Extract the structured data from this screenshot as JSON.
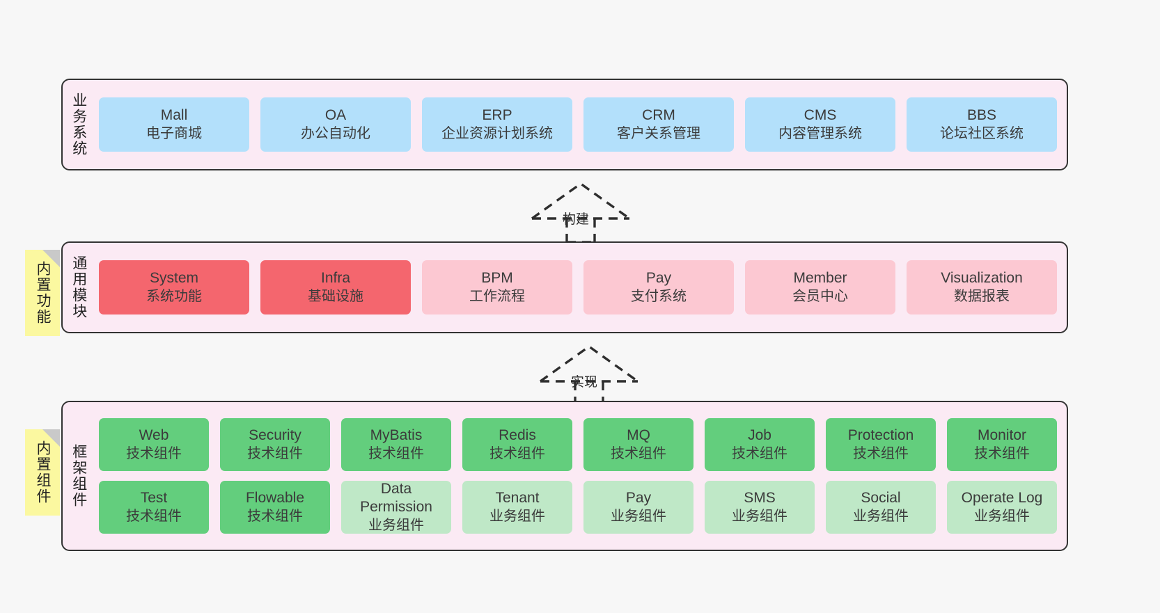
{
  "diagram": {
    "background": "#f7f7f7",
    "panel_fill": "#fbeaf4",
    "panel_stroke": "#333333",
    "note_fill": "#fbf8a0"
  },
  "layers": [
    {
      "id": "business-system",
      "title": "业务系统",
      "rows": [
        {
          "cells": [
            {
              "name": "mall",
              "title": "Mall",
              "subtitle": "电子商城",
              "color": "#b3e0fb",
              "style": "c-blue"
            },
            {
              "name": "oa",
              "title": "OA",
              "subtitle": "办公自动化",
              "color": "#b3e0fb",
              "style": "c-blue"
            },
            {
              "name": "erp",
              "title": "ERP",
              "subtitle": "企业资源计划系统",
              "color": "#b3e0fb",
              "style": "c-blue"
            },
            {
              "name": "crm",
              "title": "CRM",
              "subtitle": "客户关系管理",
              "color": "#b3e0fb",
              "style": "c-blue"
            },
            {
              "name": "cms",
              "title": "CMS",
              "subtitle": "内容管理系统",
              "color": "#b3e0fb",
              "style": "c-blue"
            },
            {
              "name": "bbs",
              "title": "BBS",
              "subtitle": "论坛社区系统",
              "color": "#b3e0fb",
              "style": "c-blue"
            }
          ]
        }
      ]
    },
    {
      "id": "common-module",
      "title": "通用模块",
      "note": "内置功能",
      "rows": [
        {
          "cells": [
            {
              "name": "system",
              "title": "System",
              "subtitle": "系统功能",
              "color": "#f4666e",
              "style": "c-red"
            },
            {
              "name": "infra",
              "title": "Infra",
              "subtitle": "基础设施",
              "color": "#f4666e",
              "style": "c-red"
            },
            {
              "name": "bpm",
              "title": "BPM",
              "subtitle": "工作流程",
              "color": "#fcc8d2",
              "style": "c-pink"
            },
            {
              "name": "pay",
              "title": "Pay",
              "subtitle": "支付系统",
              "color": "#fcc8d2",
              "style": "c-pink"
            },
            {
              "name": "member",
              "title": "Member",
              "subtitle": "会员中心",
              "color": "#fcc8d2",
              "style": "c-pink"
            },
            {
              "name": "visualization",
              "title": "Visualization",
              "subtitle": "数据报表",
              "color": "#fcc8d2",
              "style": "c-pink"
            }
          ]
        }
      ]
    },
    {
      "id": "framework-component",
      "title": "框架组件",
      "note": "内置组件",
      "rows": [
        {
          "cells": [
            {
              "name": "web",
              "title": "Web",
              "subtitle": "技术组件",
              "color": "#63ce7d",
              "style": "c-green"
            },
            {
              "name": "security",
              "title": "Security",
              "subtitle": "技术组件",
              "color": "#63ce7d",
              "style": "c-green"
            },
            {
              "name": "mybatis",
              "title": "MyBatis",
              "subtitle": "技术组件",
              "color": "#63ce7d",
              "style": "c-green"
            },
            {
              "name": "redis",
              "title": "Redis",
              "subtitle": "技术组件",
              "color": "#63ce7d",
              "style": "c-green"
            },
            {
              "name": "mq",
              "title": "MQ",
              "subtitle": "技术组件",
              "color": "#63ce7d",
              "style": "c-green"
            },
            {
              "name": "job",
              "title": "Job",
              "subtitle": "技术组件",
              "color": "#63ce7d",
              "style": "c-green"
            },
            {
              "name": "protection",
              "title": "Protection",
              "subtitle": "技术组件",
              "color": "#63ce7d",
              "style": "c-green"
            },
            {
              "name": "monitor",
              "title": "Monitor",
              "subtitle": "技术组件",
              "color": "#63ce7d",
              "style": "c-green"
            }
          ]
        },
        {
          "cells": [
            {
              "name": "test",
              "title": "Test",
              "subtitle": "技术组件",
              "color": "#63ce7d",
              "style": "c-green"
            },
            {
              "name": "flowable",
              "title": "Flowable",
              "subtitle": "技术组件",
              "color": "#63ce7d",
              "style": "c-green"
            },
            {
              "name": "data-permission",
              "title": "Data Permission",
              "subtitle": "业务组件",
              "color": "#bfe8c7",
              "style": "c-green-light"
            },
            {
              "name": "tenant",
              "title": "Tenant",
              "subtitle": "业务组件",
              "color": "#bfe8c7",
              "style": "c-green-light"
            },
            {
              "name": "pay",
              "title": "Pay",
              "subtitle": "业务组件",
              "color": "#bfe8c7",
              "style": "c-green-light"
            },
            {
              "name": "sms",
              "title": "SMS",
              "subtitle": "业务组件",
              "color": "#bfe8c7",
              "style": "c-green-light"
            },
            {
              "name": "social",
              "title": "Social",
              "subtitle": "业务组件",
              "color": "#bfe8c7",
              "style": "c-green-light"
            },
            {
              "name": "operate-log",
              "title": "Operate Log",
              "subtitle": "业务组件",
              "color": "#bfe8c7",
              "style": "c-green-light"
            }
          ]
        }
      ]
    }
  ],
  "connectors": [
    {
      "id": "build",
      "label": "构建",
      "from": "common-module",
      "to": "business-system"
    },
    {
      "id": "implement",
      "label": "实现",
      "from": "framework-component",
      "to": "common-module"
    }
  ]
}
